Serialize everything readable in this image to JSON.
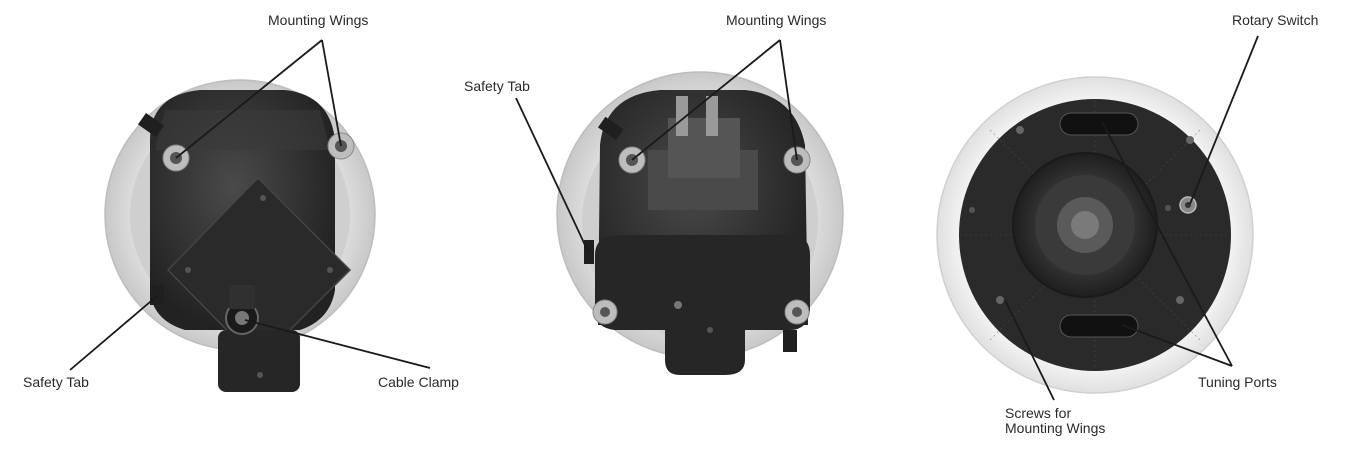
{
  "labels": {
    "view1_mounting_wings": "Mounting Wings",
    "view1_safety_tab": "Safety Tab",
    "view1_cable_clamp": "Cable Clamp",
    "view2_mounting_wings": "Mounting Wings",
    "view2_safety_tab": "Safety Tab",
    "view3_rotary_switch": "Rotary Switch",
    "view3_tuning_ports": "Tuning Ports",
    "view3_screws_line1": "Screws for",
    "view3_screws_line2": "Mounting Wings"
  },
  "colors": {
    "trim_ring": "#dcdcdc",
    "trim_ring_edge": "#c4c4c4",
    "speaker_body": "#2b2b2b",
    "speaker_body_light": "#3d3d3d",
    "grille_white": "#f3f3f3",
    "leader_line": "#1a1a1a"
  }
}
